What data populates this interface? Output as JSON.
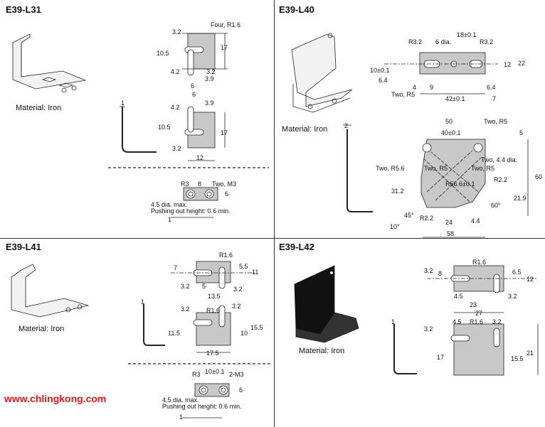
{
  "panels": {
    "l31": {
      "title": "E39-L31",
      "material": "Material: Iron",
      "dims": {
        "d32a": "3.2",
        "four_r16": "Four, R1.6",
        "d105a": "10.5",
        "d17a": "17",
        "d42a": "4.2",
        "d32b": "3.2",
        "d39a": "3.9",
        "d6a": "6",
        "d6b": "6",
        "d39b": "3.9",
        "d42b": "4.2",
        "d105b": "10.5",
        "d17b": "17",
        "d32c": "3.2",
        "d12": "12",
        "d1": "1",
        "r3": "R3",
        "d8": "8",
        "two_m3": "Two, M3",
        "d6c": "6",
        "note1": "4.5 dia. max.",
        "note2": "Pushing out height: 0.6 min.",
        "d1b": "1"
      }
    },
    "l40": {
      "title": "E39-L40",
      "material": "Material: Iron",
      "dims": {
        "r32a": "R3.2",
        "dia6": "6 dia.",
        "d18": "18±0.1",
        "r32b": "R3.2",
        "d10": "10±0.1",
        "d64a": "6.4",
        "d12": "12",
        "d22": "22",
        "d4": "4",
        "d9": "9",
        "two_r5a": "Two, R5",
        "d64b": "6.4",
        "d42": "42±0.1",
        "d7": "7",
        "d50": "50",
        "d40": "40±0.1",
        "two_r5b": "Two, R5",
        "d5": "5",
        "two_44": "Two, 4.4 dia.",
        "two_r56": "Two, R5.6",
        "two_r5c": "Two, R5",
        "two_r5d": "Two, R5",
        "r566": "R56.6±0.1",
        "r22a": "R2.2",
        "d312": "31.2",
        "d60": "60",
        "d219": "21.9",
        "a60": "60°",
        "a45": "45°",
        "r22b": "R2.2",
        "d24": "24",
        "d44": "4.4",
        "a10": "10°",
        "d58": "58",
        "d2": "2"
      }
    },
    "l41": {
      "title": "E39-L41",
      "material": "Material: Iron",
      "dims": {
        "r16a": "R1.6",
        "d7": "7",
        "d55": "5.5",
        "d11": "11",
        "d32a": "3.2",
        "d5": "5",
        "d32b": "3.2",
        "d135": "13.5",
        "d32c": "3.2",
        "r16b": "R1.6",
        "d32d": "3.2",
        "d115": "11.5",
        "d10": "10",
        "d155": "15.5",
        "d175": "17.5",
        "d1": "1",
        "r3": "R3",
        "d10b": "10±0.1",
        "m3": "2-M3",
        "d6": "6",
        "note1": "4.5 dia. max.",
        "note2": "Pushing out height: 0.6 min.",
        "d1b": "1"
      }
    },
    "l42": {
      "title": "E39-L42",
      "material": "Material: Iron",
      "dims": {
        "d32a": "3.2",
        "d8": "8",
        "r16a": "R1.6",
        "d65": "6.5",
        "d12": "12",
        "d45a": "4.5",
        "d23": "23",
        "d32b": "3.2",
        "d27": "27",
        "d32c": "3.2",
        "d45b": "4.5",
        "r16b": "R1.6",
        "d32d": "3.2",
        "d17": "17",
        "d155": "15.5",
        "d21": "21",
        "d1": "1"
      }
    }
  },
  "watermark": "www.chlingkong.com",
  "colors": {
    "plate": "#c8c8c8",
    "black_part": "#111111",
    "watermark": "#e01818"
  }
}
